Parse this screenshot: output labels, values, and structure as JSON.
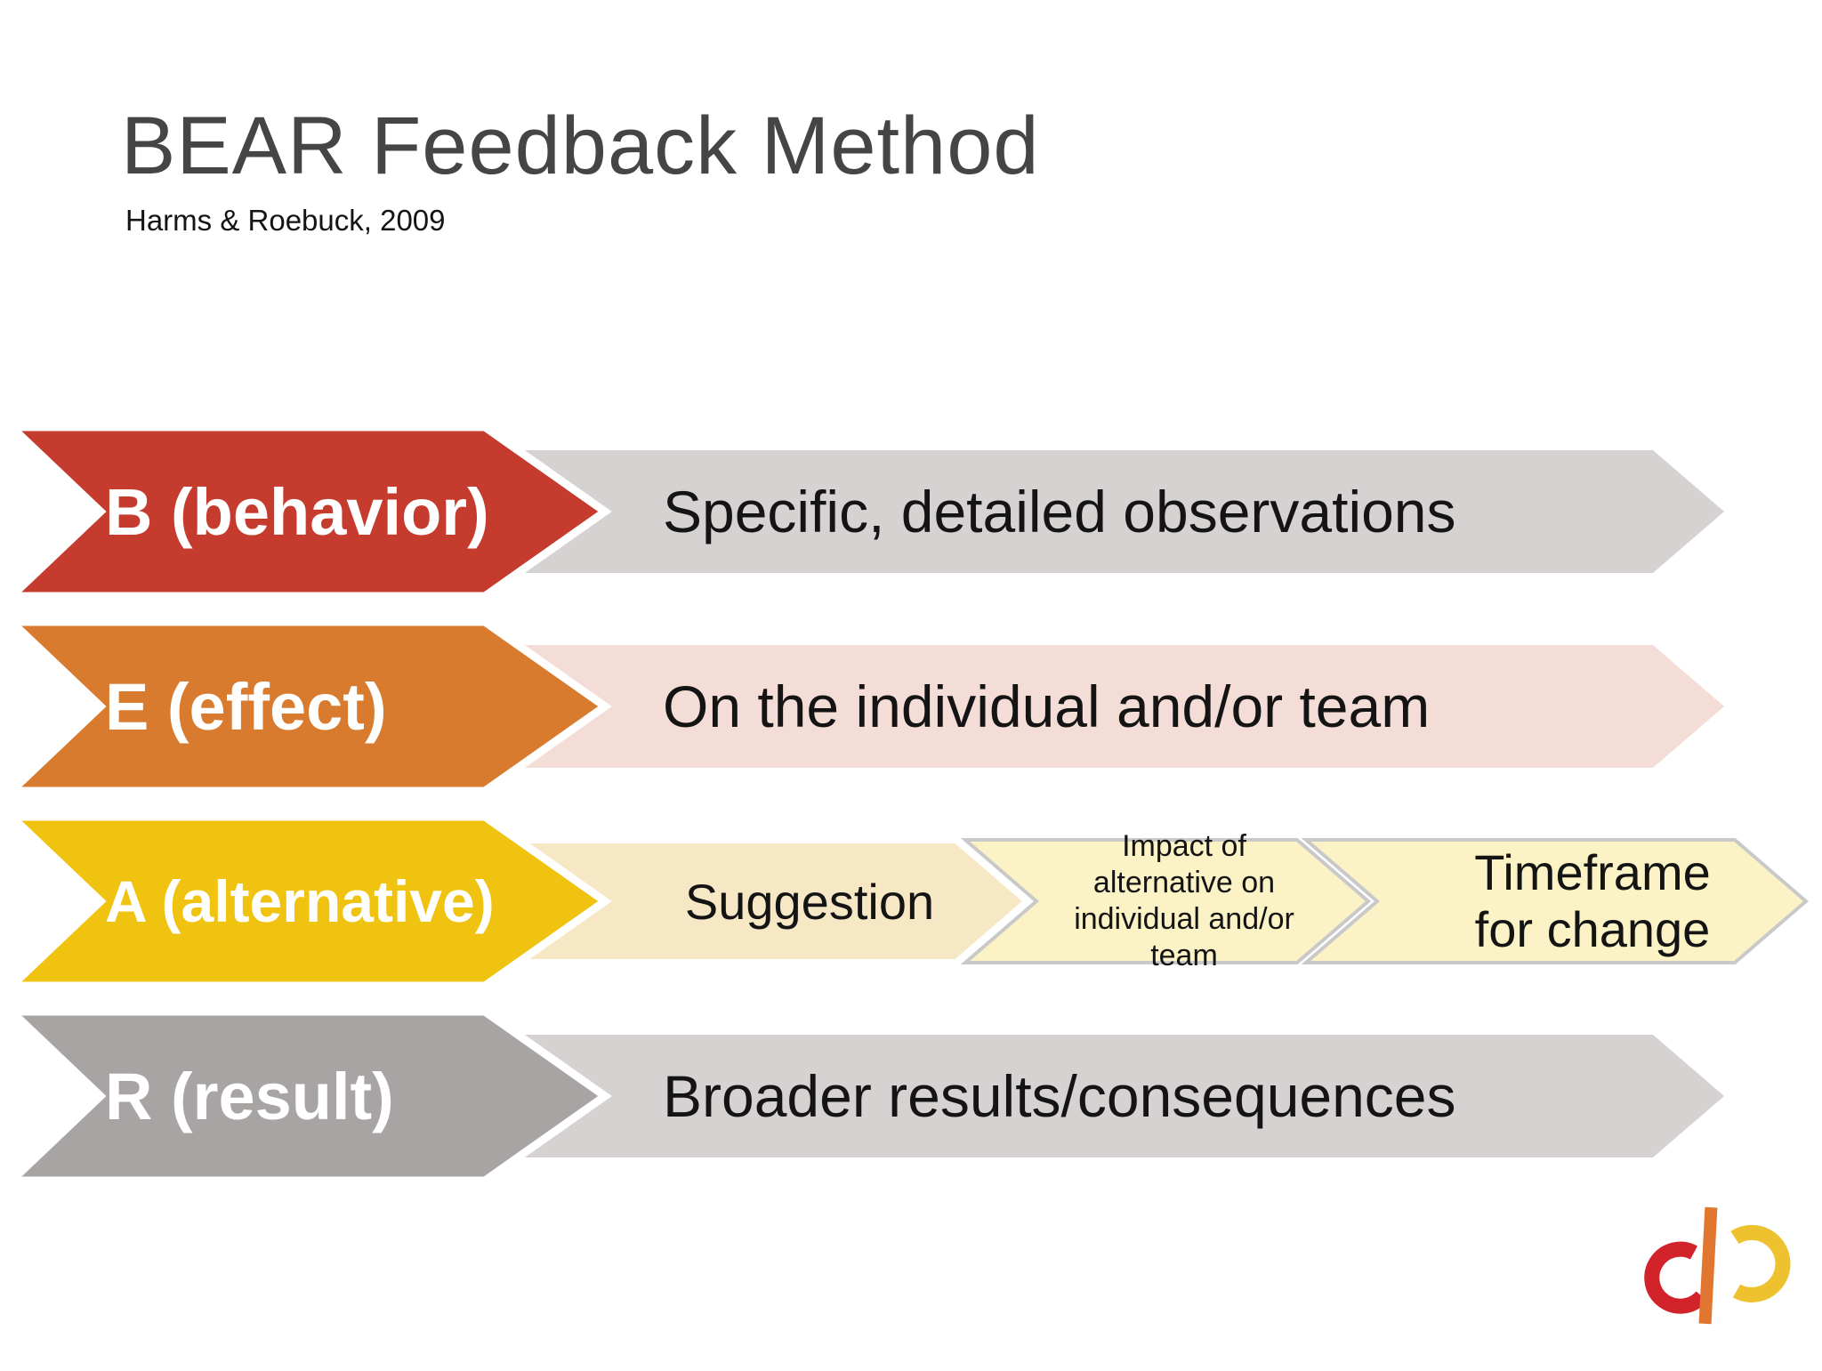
{
  "slide": {
    "title": "BEAR Feedback Method",
    "subtitle": "Harms & Roebuck, 2009",
    "colors": {
      "title_text": "#454545",
      "body_text": "#141414",
      "label_text": "#ffffff",
      "red": "#C53B2E",
      "orange": "#D87B2F",
      "yellow": "#EFC310",
      "gray": "#A7A4A3",
      "light_gray_bar": "#D6D2D1",
      "pink_bar": "#F5DDD7",
      "cream_bar": "#F6E8C5",
      "pale_yellow_bar": "#FBF3C6",
      "sub_arrow_outline": "#C9C9C9"
    },
    "rows": [
      {
        "label": "B (behavior)",
        "label_fill": "#C53B2E",
        "bars": [
          {
            "text": "Specific, detailed observations",
            "fill": "#D6D2D1"
          }
        ]
      },
      {
        "label": "E (effect)",
        "label_fill": "#D87B2F",
        "bars": [
          {
            "text": "On the individual and/or team",
            "fill": "#F5DDD7"
          }
        ]
      },
      {
        "label": "A (alternative)",
        "label_fill": "#EFC310",
        "bars": [
          {
            "text": "Suggestion",
            "fill": "#F6E8C5"
          },
          {
            "lines": [
              "Impact of",
              "alternative on",
              "individual and/or",
              "team"
            ],
            "fill": "#FBF3C6"
          },
          {
            "lines": [
              "Timeframe",
              "for change"
            ],
            "fill": "#FBF3C6"
          }
        ]
      },
      {
        "label": "R (result)",
        "label_fill": "#A7A4A3",
        "bars": [
          {
            "text": "Broader results/consequences",
            "fill": "#D6D2D1"
          }
        ]
      }
    ],
    "logo": {
      "red": "#D2232A",
      "orange": "#E0762F",
      "yellow": "#EEC22E"
    }
  }
}
